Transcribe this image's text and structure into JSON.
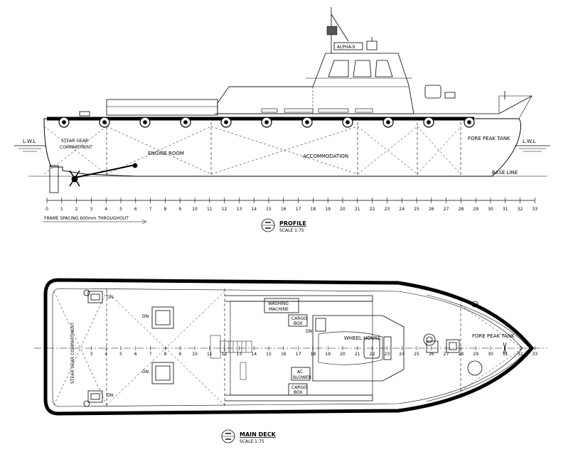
{
  "profile": {
    "labels": {
      "lwl_left": "L.W.L",
      "lwl_right": "L.W.L",
      "steer_1": "STEAR GEAR",
      "steer_2": "COMPARTMENT",
      "engine_room": "ENGINE ROOM",
      "accommodation": "ACCOMMODATION",
      "fore_peak": "FORE PEAK TANK",
      "base_line": "BASE LINE",
      "vessel_name": "ALPHA-9",
      "frame_spacing": "FRAME SPACING 600mm THROUGHOUT"
    },
    "title": "PROFILE",
    "scale": "SCALE 1:75",
    "frames": [
      "0",
      "1",
      "2",
      "3",
      "4",
      "5",
      "6",
      "7",
      "8",
      "9",
      "10",
      "11",
      "12",
      "13",
      "14",
      "15",
      "16",
      "17",
      "18",
      "19",
      "20",
      "21",
      "22",
      "23",
      "24",
      "25",
      "26",
      "27",
      "28",
      "29",
      "30",
      "31",
      "32",
      "33"
    ]
  },
  "main_deck": {
    "labels": {
      "steer": "STEAR GEAR COMPARTMENT",
      "washing_1": "WASHING",
      "washing_2": "MACHINE",
      "cargo_1": "CARGO",
      "cargo_2": "BOX",
      "cargo_b1": "CARGO",
      "cargo_b2": "BOX",
      "ac_1": "AC",
      "ac_2": "BLOWER",
      "wheel_house": "WHEEL HOUSE",
      "fore_peak": "FORE PEAK TANK",
      "dn": "DN"
    },
    "title": "MAIN DECK",
    "scale": "SCALE 1:75",
    "frames": [
      "3",
      "4",
      "5",
      "6",
      "7",
      "8",
      "9",
      "10",
      "11",
      "12",
      "13",
      "14",
      "15",
      "16",
      "17",
      "18",
      "19",
      "20",
      "21",
      "22",
      "23",
      "24",
      "25",
      "26",
      "27",
      "28",
      "29",
      "30",
      "31",
      "32",
      "33"
    ]
  }
}
